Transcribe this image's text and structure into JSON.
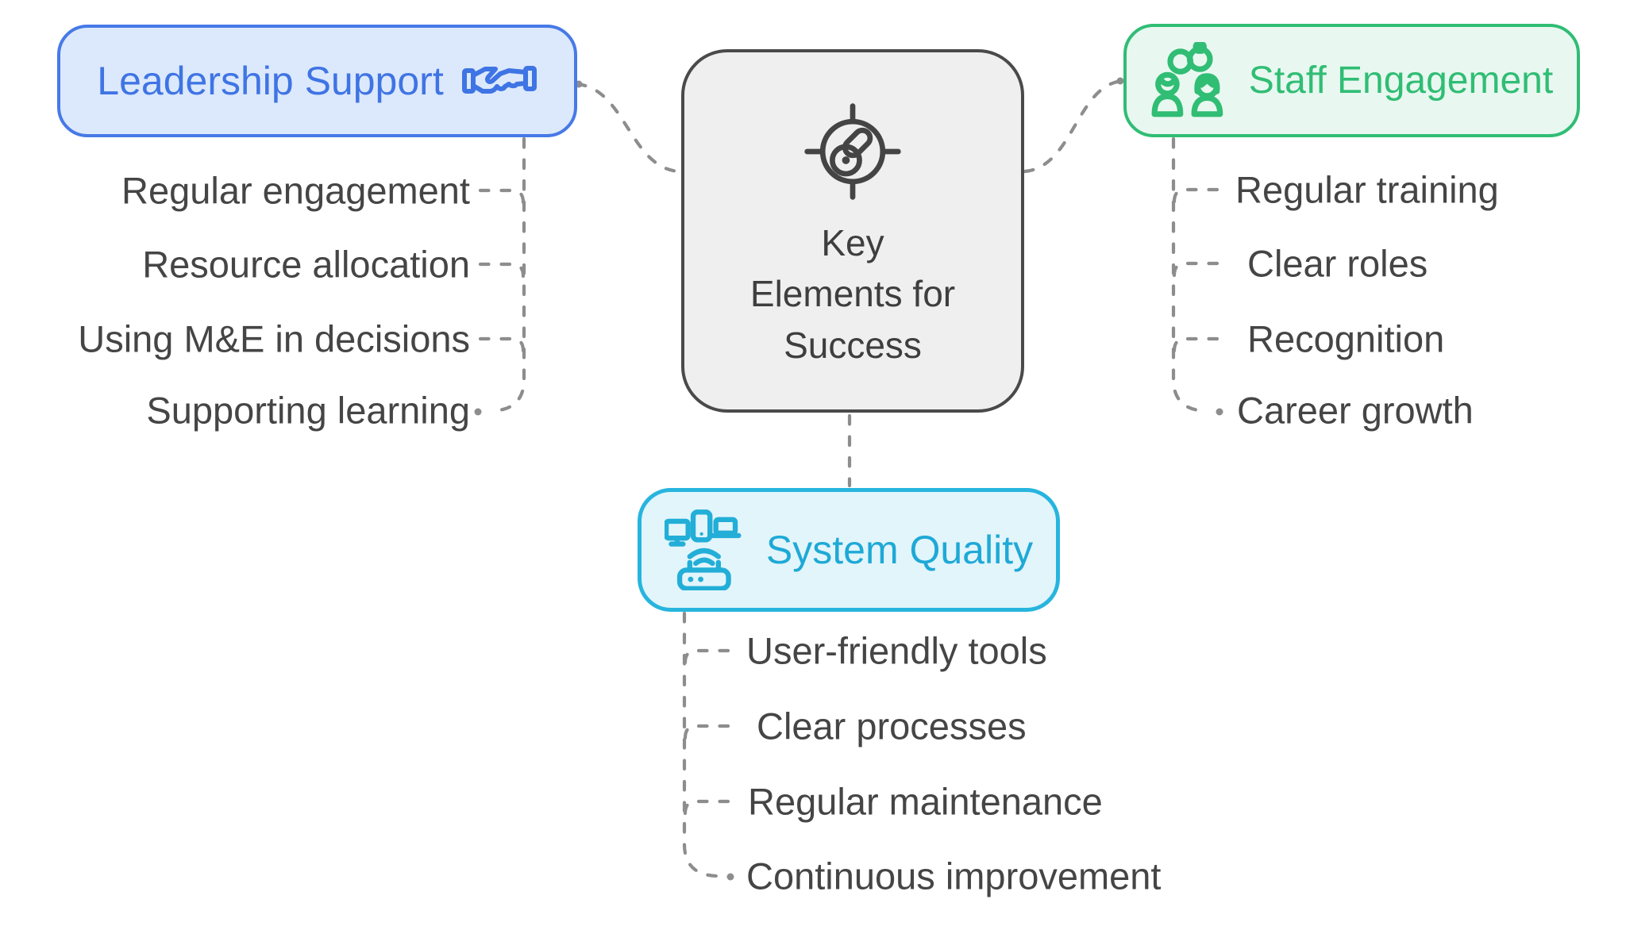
{
  "center": {
    "lines": [
      "Key",
      "Elements for",
      "Success"
    ]
  },
  "branches": {
    "leadership": {
      "label": "Leadership Support",
      "accent": "#4779e7",
      "fill": "#dce9fc",
      "items": [
        "Regular engagement",
        "Resource allocation",
        "Using M&E in decisions",
        "Supporting learning"
      ]
    },
    "staff": {
      "label": "Staff Engagement",
      "accent": "#30bd74",
      "fill": "#e8f8f0",
      "items": [
        "Regular training",
        "Clear roles",
        "Recognition",
        "Career growth"
      ]
    },
    "system": {
      "label": "System Quality",
      "accent": "#27b5de",
      "fill": "#e2f5fb",
      "items": [
        "User-friendly tools",
        "Clear processes",
        "Regular maintenance",
        "Continuous improvement"
      ]
    }
  },
  "colors": {
    "connector": "#8d8d8d",
    "center_border": "#4a4a4a",
    "center_fill": "#efefef",
    "item_text": "#454545"
  }
}
